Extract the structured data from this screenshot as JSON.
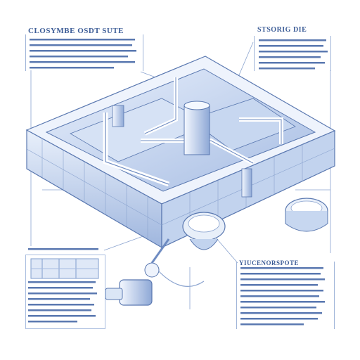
{
  "titles": {
    "top_left": "CLOSYMBE OSDT SUTE",
    "top_right": "STSORIG DIE",
    "bottom_right": "YIUCENORSPOTE"
  },
  "colors": {
    "ink": "#3d5d97",
    "line": "#8aa3cf",
    "water": "#c9d8f0",
    "wall": "#dbe6f6",
    "shadow": "#6f8cc2",
    "paper": "#ffffff"
  }
}
